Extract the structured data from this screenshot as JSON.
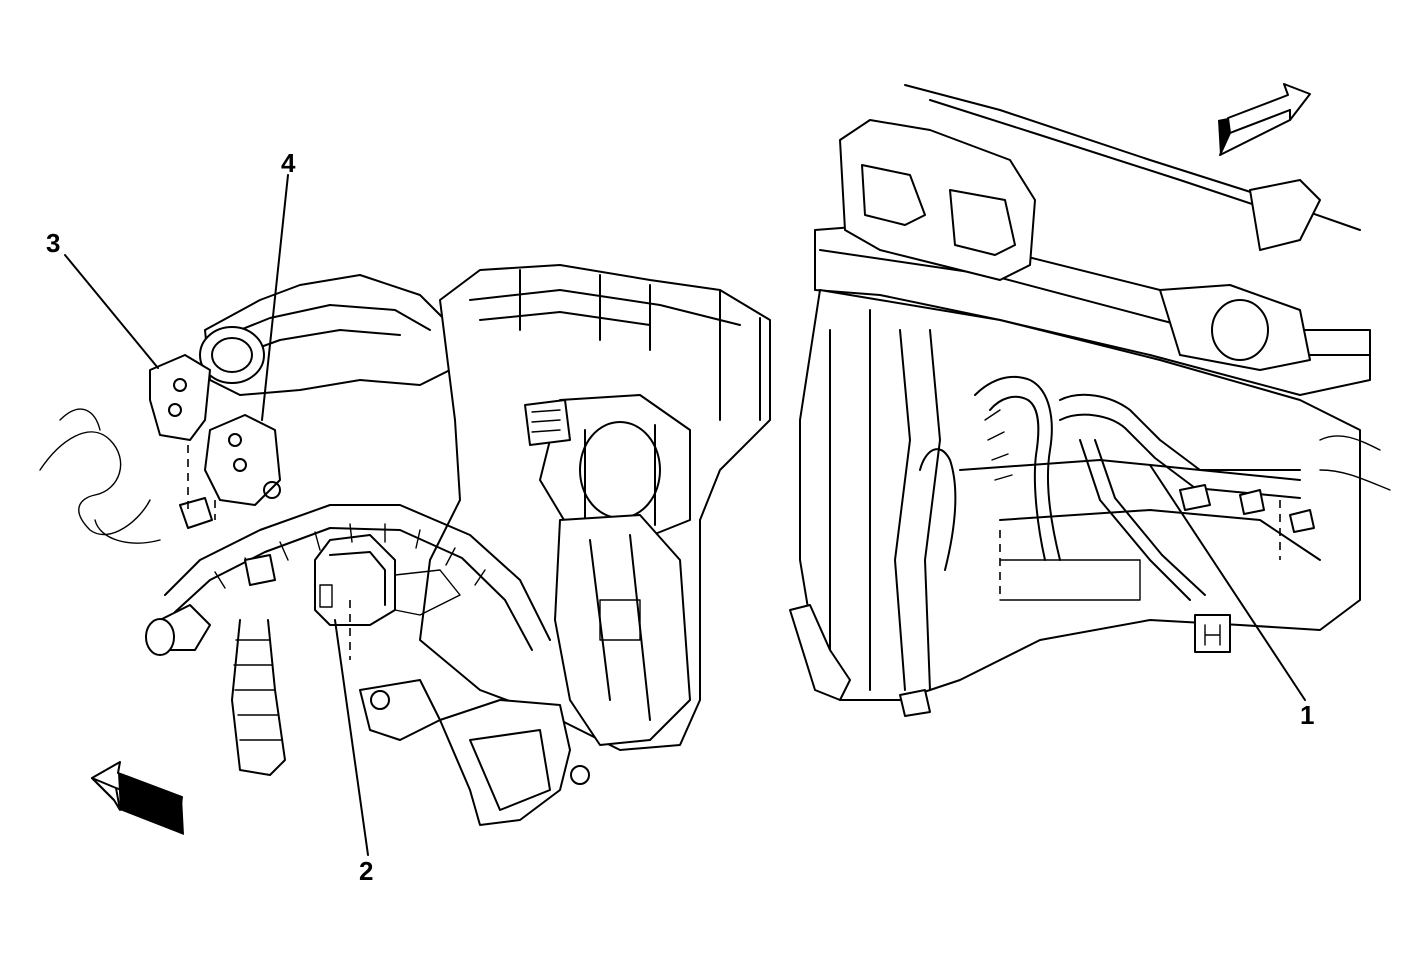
{
  "callouts": {
    "c1": "1",
    "c2": "2",
    "c3": "3",
    "c4": "4"
  },
  "icons": {
    "left_arrow": "direction-arrow-left",
    "right_arrow": "direction-arrow-right"
  }
}
